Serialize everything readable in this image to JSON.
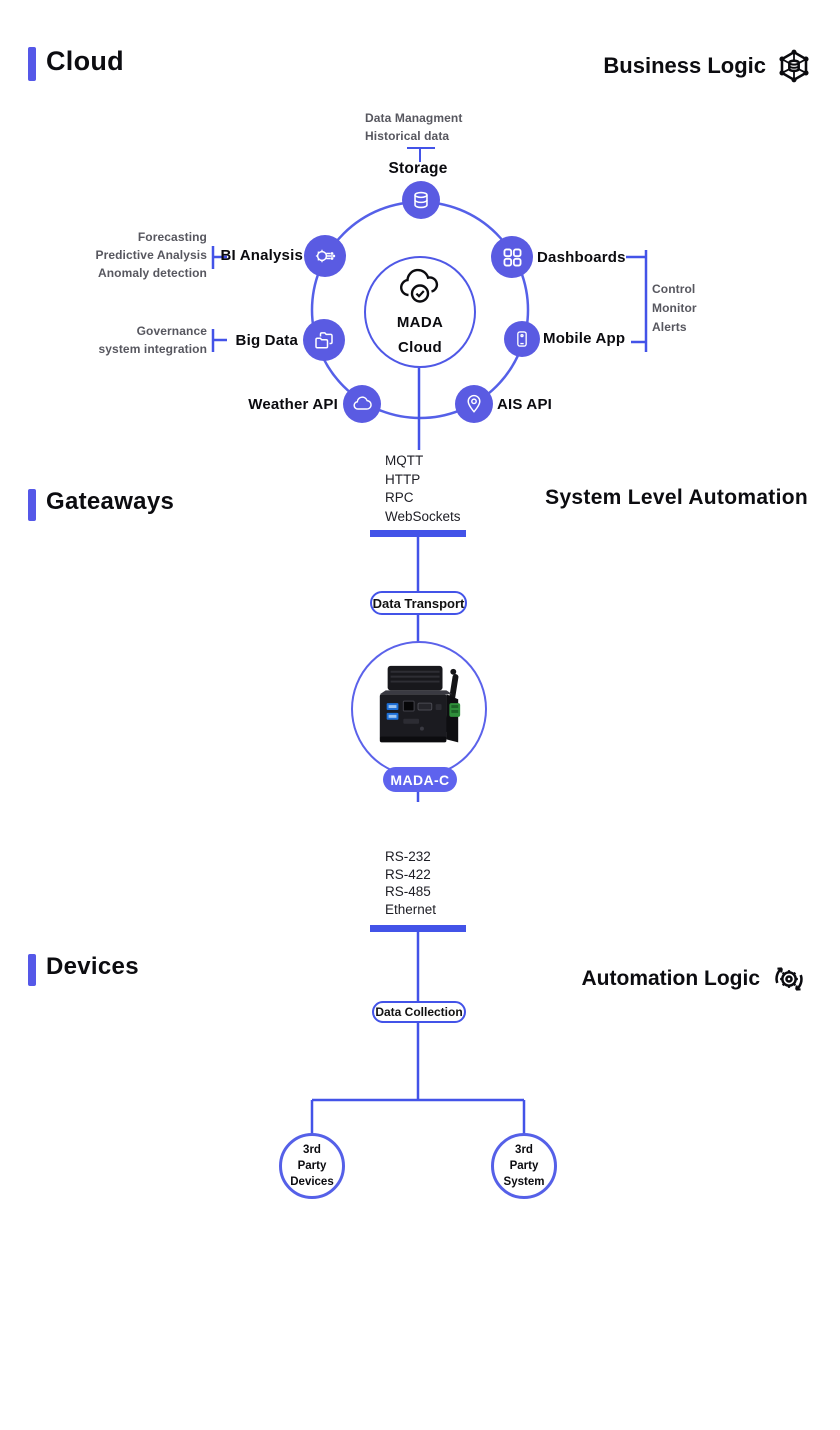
{
  "sections": {
    "cloud": "Cloud",
    "gateways": "Gateaways",
    "devices": "Devices"
  },
  "corner_labels": {
    "business_logic": "Business Logic",
    "system_level_automation": "System Level Automation",
    "automation_logic": "Automation Logic"
  },
  "cloud_layer": {
    "center": {
      "line1": "MADA",
      "line2": "Cloud"
    },
    "top_annotation": {
      "line1": "Data Managment",
      "line2": "Historical data"
    },
    "storage_label": "Storage",
    "bi_analysis_label": "BI Analysis",
    "bi_annotation": {
      "line1": "Forecasting",
      "line2": "Predictive Analysis",
      "line3": "Anomaly detection"
    },
    "dashboards_label": "Dashboards",
    "big_data_label": "Big Data",
    "big_data_annotation": {
      "line1": "Governance",
      "line2": "system integration"
    },
    "mobile_app_label": "Mobile App",
    "right_annotation": {
      "line1": "Control",
      "line2": "Monitor",
      "line3": "Alerts"
    },
    "weather_api_label": "Weather API",
    "ais_api_label": "AIS API"
  },
  "gateway_layer": {
    "protocols": {
      "p1": "MQTT",
      "p2": "HTTP",
      "p3": "RPC",
      "p4": "WebSockets"
    },
    "transport_pill": "Data Transport",
    "device_label": "MADA-C"
  },
  "device_layer": {
    "interfaces": {
      "i1": "RS-232",
      "i2": "RS-422",
      "i3": "RS-485",
      "i4": "Ethernet"
    },
    "collection_pill": "Data Collection",
    "third_party_devices": {
      "line1": "3rd",
      "line2": "Party",
      "line3": "Devices"
    },
    "third_party_system": {
      "line1": "3rd",
      "line2": "Party",
      "line3": "System"
    }
  },
  "icons": {
    "business_logic": "hexagon-network-icon",
    "automation_logic": "gear-sync-icon",
    "center": "cloud-check-icon",
    "storage": "database-icon",
    "bi_analysis": "ai-branch-icon",
    "dashboards": "grid-icon",
    "big_data": "folders-icon",
    "mobile_app": "smartphone-icon",
    "weather_api": "cloud-icon",
    "ais_api": "location-pin-icon"
  },
  "colors": {
    "accent": "#5558e8",
    "node_fill": "#5a5be2",
    "line": "#4353e8",
    "annotation_gray": "#57575f",
    "text_black": "#0b0b0f"
  }
}
